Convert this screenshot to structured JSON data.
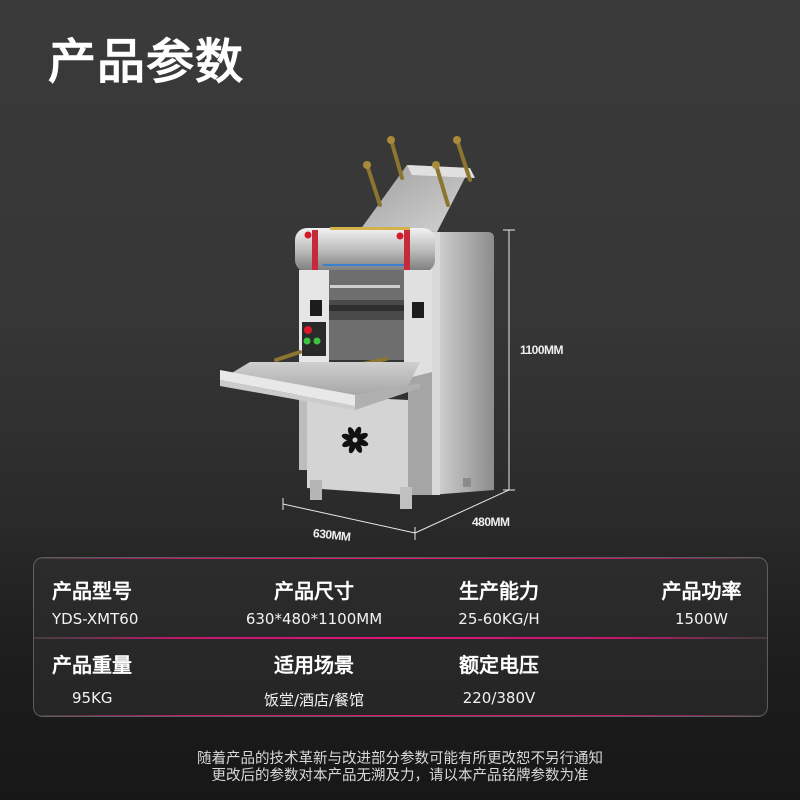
{
  "header": {
    "title": "产品参数"
  },
  "figure": {
    "product": "stainless-steel noodle press machine",
    "dimensions": {
      "height": "1100MM",
      "depth": "480MM",
      "width": "630MM"
    }
  },
  "specs": {
    "rows": [
      [
        {
          "label": "产品型号",
          "value": "YDS-XMT60"
        },
        {
          "label": "产品尺寸",
          "value": "630*480*1100MM"
        },
        {
          "label": "生产能力",
          "value": "25-60KG/H"
        },
        {
          "label": "产品功率",
          "value": "1500W"
        }
      ],
      [
        {
          "label": "产品重量",
          "value": "95KG"
        },
        {
          "label": "适用场景",
          "value": "饭堂/酒店/餐馆"
        },
        {
          "label": "额定电压",
          "value": "220/380V"
        }
      ]
    ]
  },
  "disclaimer": {
    "line1": "随着产品的技术革新与改进部分参数可能有所更改恕不另行通知",
    "line2": "更改后的参数对本产品无溯及力，请以本产品铭牌参数为准"
  },
  "colors": {
    "background_top": "#3a3a3a",
    "background_bottom": "#171717",
    "accent_line": "#e0147a",
    "text": "#ffffff"
  }
}
